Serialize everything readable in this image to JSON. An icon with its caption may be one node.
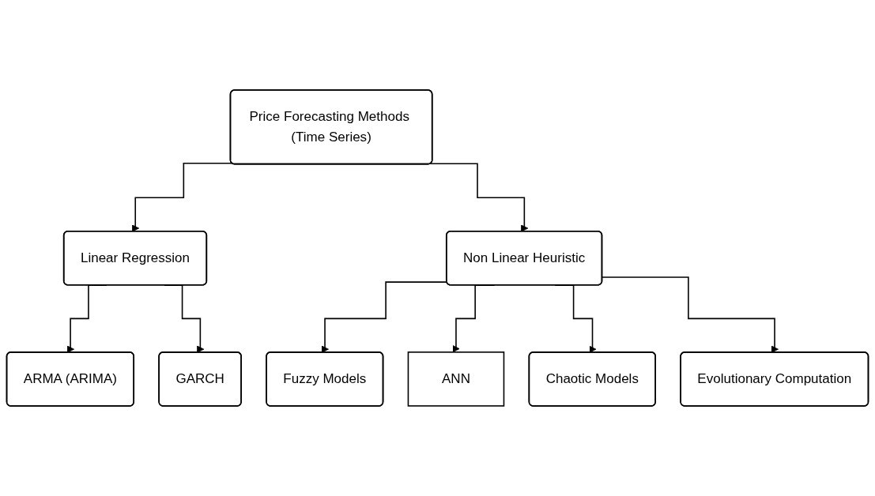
{
  "diagram": {
    "nodes": [
      {
        "text": [
          "Price Forecasting Methods (Time Series)"
        ]
      },
      {
        "text": [
          "Linear Regression"
        ]
      },
      {
        "text": [
          "Non Linear Heuristic"
        ]
      },
      {
        "text": [
          "ARMA (ARIMA)"
        ]
      },
      {
        "text": [
          "GARCH"
        ]
      },
      {
        "text": [
          "Fuzzy Models"
        ]
      },
      {
        "text": [
          "ANN"
        ]
      },
      {
        "text": [
          "Chaotic Models"
        ]
      },
      {
        "text": [
          "Evolutionary Computation"
        ]
      }
    ],
    "edges": [
      {
        "from": 0,
        "to": 1,
        "arrow": "to"
      },
      {
        "from": 0,
        "to": 2,
        "arrow": "to"
      },
      {
        "from": 1,
        "to": 3,
        "arrow": "to"
      },
      {
        "from": 1,
        "to": 4,
        "arrow": "to"
      },
      {
        "from": 2,
        "to": 5,
        "arrow": "to"
      },
      {
        "from": 2,
        "to": 6,
        "arrow": "to"
      },
      {
        "from": 2,
        "to": 7,
        "arrow": "to"
      },
      {
        "from": 2,
        "to": 8,
        "arrow": "to"
      }
    ]
  }
}
